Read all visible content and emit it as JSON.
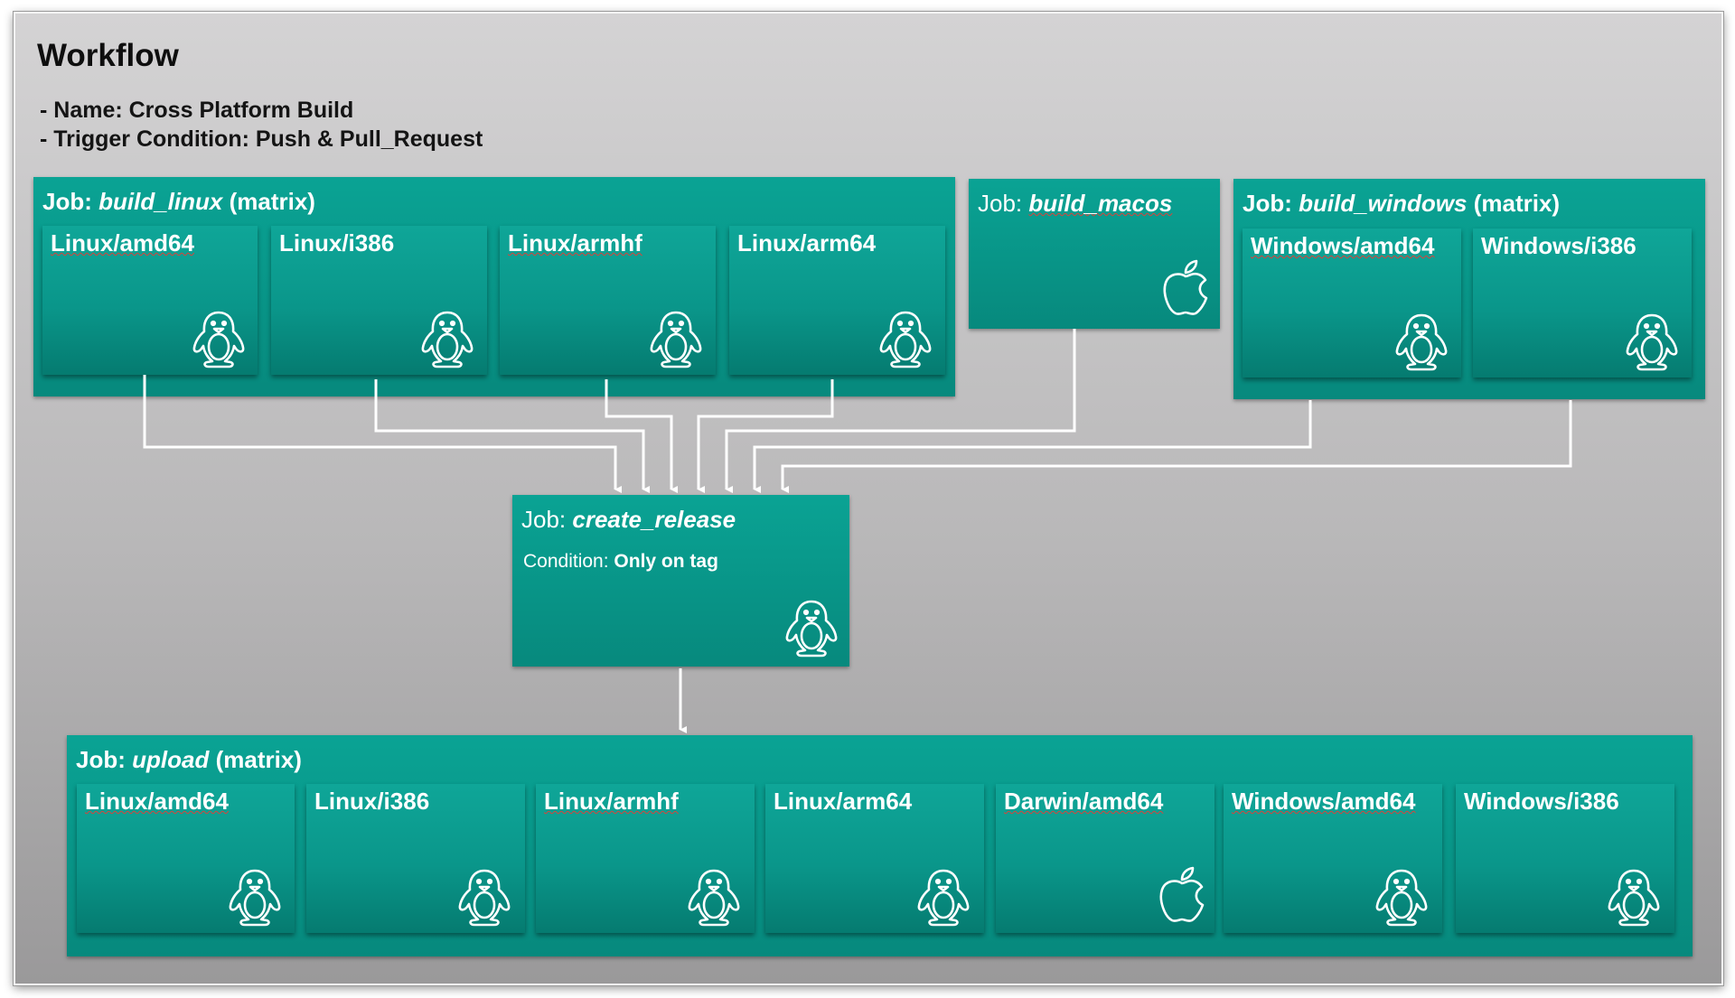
{
  "workflow": {
    "heading": "Workflow",
    "name_line": "- Name: Cross Platform Build",
    "trigger_line": "- Trigger Condition: Push & Pull_Request"
  },
  "job_prefix": "Job:",
  "matrix_suffix": "(matrix)",
  "jobs": {
    "build_linux": {
      "name": "build_linux",
      "platforms": [
        "Linux/amd64",
        "Linux/i386",
        "Linux/armhf",
        "Linux/arm64"
      ]
    },
    "build_macos": {
      "name": "build_macos"
    },
    "build_windows": {
      "name": "build_windows",
      "platforms": [
        "Windows/amd64",
        "Windows/i386"
      ]
    },
    "create_release": {
      "name": "create_release",
      "condition_label": "Condition:",
      "condition_value": "Only on tag"
    },
    "upload": {
      "name": "upload",
      "platforms": [
        "Linux/amd64",
        "Linux/i386",
        "Linux/armhf",
        "Linux/arm64",
        "Darwin/amd64",
        "Windows/amd64",
        "Windows/i386"
      ]
    }
  },
  "icons": {
    "linux": "linux-penguin-icon",
    "apple": "apple-icon"
  },
  "colors": {
    "job_teal": "#0a9a8c",
    "card_teal_dark": "#057b70",
    "connector": "#ffffff",
    "background_top": "#d4d3d4",
    "background_bottom": "#9a999a"
  }
}
